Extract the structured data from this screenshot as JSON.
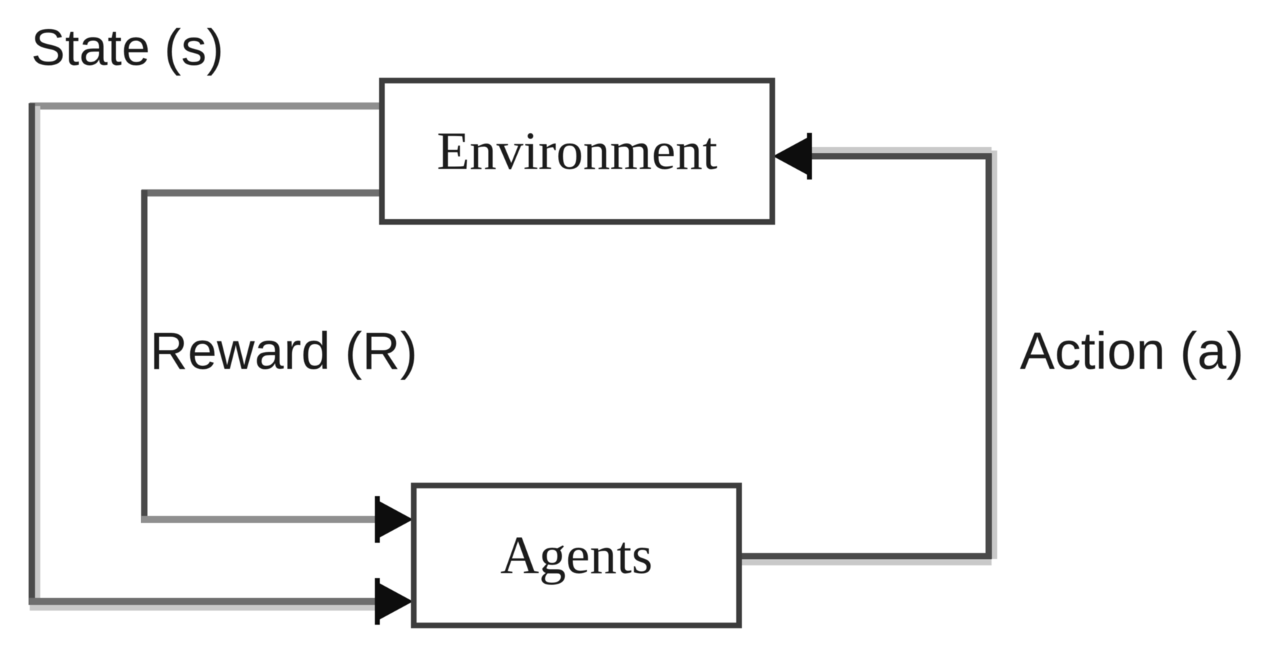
{
  "nodes": {
    "environment": {
      "label": "Environment"
    },
    "agents": {
      "label": "Agents"
    }
  },
  "edges": {
    "state": {
      "label": "State (s)",
      "from": "environment",
      "to": "agents"
    },
    "reward": {
      "label": "Reward (R)",
      "from": "environment",
      "to": "agents"
    },
    "action": {
      "label": "Action (a)",
      "from": "agents",
      "to": "environment"
    }
  },
  "theme": {
    "background": "#ffffff",
    "text_color": "#1c1c1c",
    "box_border": "#3d3d3d",
    "box_fill": "#ffffff",
    "line_dark": "#4a4a4a",
    "line_mid": "#6e6e6e",
    "line_gray": "#8f8f8f",
    "line_shadow": "#c9c9c9",
    "arrow_color": "#0d0d0d"
  }
}
